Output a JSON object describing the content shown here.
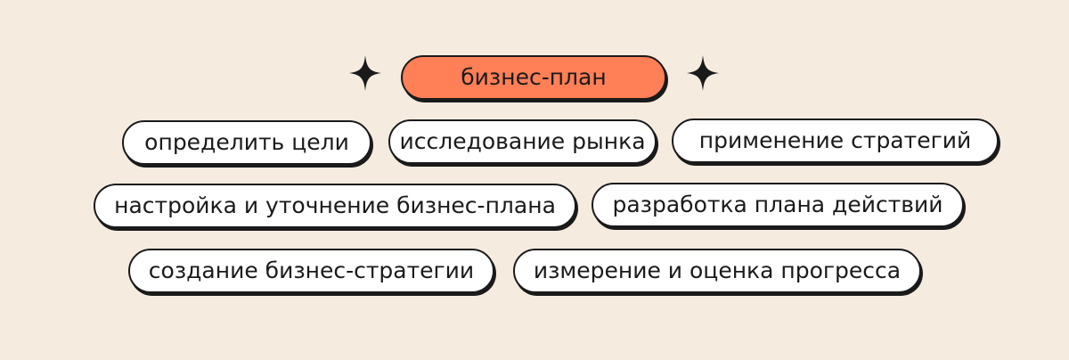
{
  "diagram": {
    "center": "бизнес-план",
    "items": [
      "определить цели",
      "исследование рынка",
      "применение стратегий",
      "настройка и уточнение бизнес-плана",
      "разработка плана действий",
      "создание бизнес-стратегии",
      "измерение и оценка прогресса"
    ]
  },
  "colors": {
    "background": "#f5ecdf",
    "accent": "#ff7f57",
    "outline": "#1a1a1a",
    "pill_fill": "#ffffff"
  },
  "icons": [
    "sparkle-icon",
    "sparkle-icon"
  ]
}
